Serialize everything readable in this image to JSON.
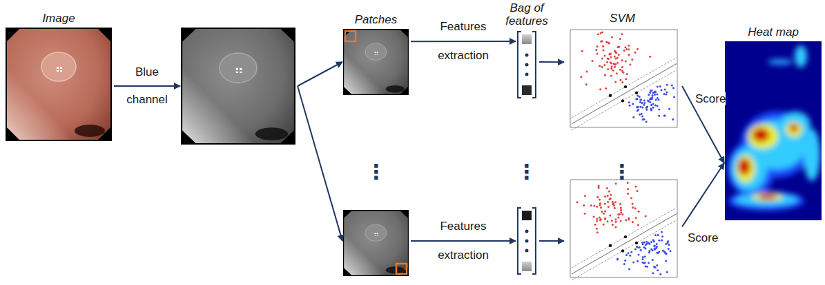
{
  "diagram": {
    "nodes": [
      {
        "text": [
          "Image"
        ]
      },
      {
        "text": []
      },
      {
        "text": [
          "Patches"
        ]
      },
      {
        "text": []
      },
      {
        "text": [
          "Bag of features"
        ]
      },
      {
        "text": []
      },
      {
        "text": [
          "SVM"
        ]
      },
      {
        "text": []
      },
      {
        "text": [
          "Heat map"
        ]
      }
    ],
    "edges": [
      {
        "from": 0,
        "to": 1,
        "arrow": "to",
        "label": "Blue channel"
      },
      {
        "from": 1,
        "to": 2,
        "arrow": "to"
      },
      {
        "from": 1,
        "to": 3,
        "arrow": "to"
      },
      {
        "from": 2,
        "to": 4,
        "arrow": "to",
        "label": "Features extraction"
      },
      {
        "from": 3,
        "to": 5,
        "arrow": "to",
        "label": "Features extraction"
      },
      {
        "from": 4,
        "to": 6,
        "arrow": "to"
      },
      {
        "from": 5,
        "to": 7,
        "arrow": "to"
      },
      {
        "from": 6,
        "to": 8,
        "arrow": "to",
        "label": "Score"
      },
      {
        "from": 7,
        "to": 8,
        "arrow": "to",
        "label": "Score"
      }
    ],
    "labels": [
      "⋮",
      "⋮",
      "⋮"
    ]
  }
}
